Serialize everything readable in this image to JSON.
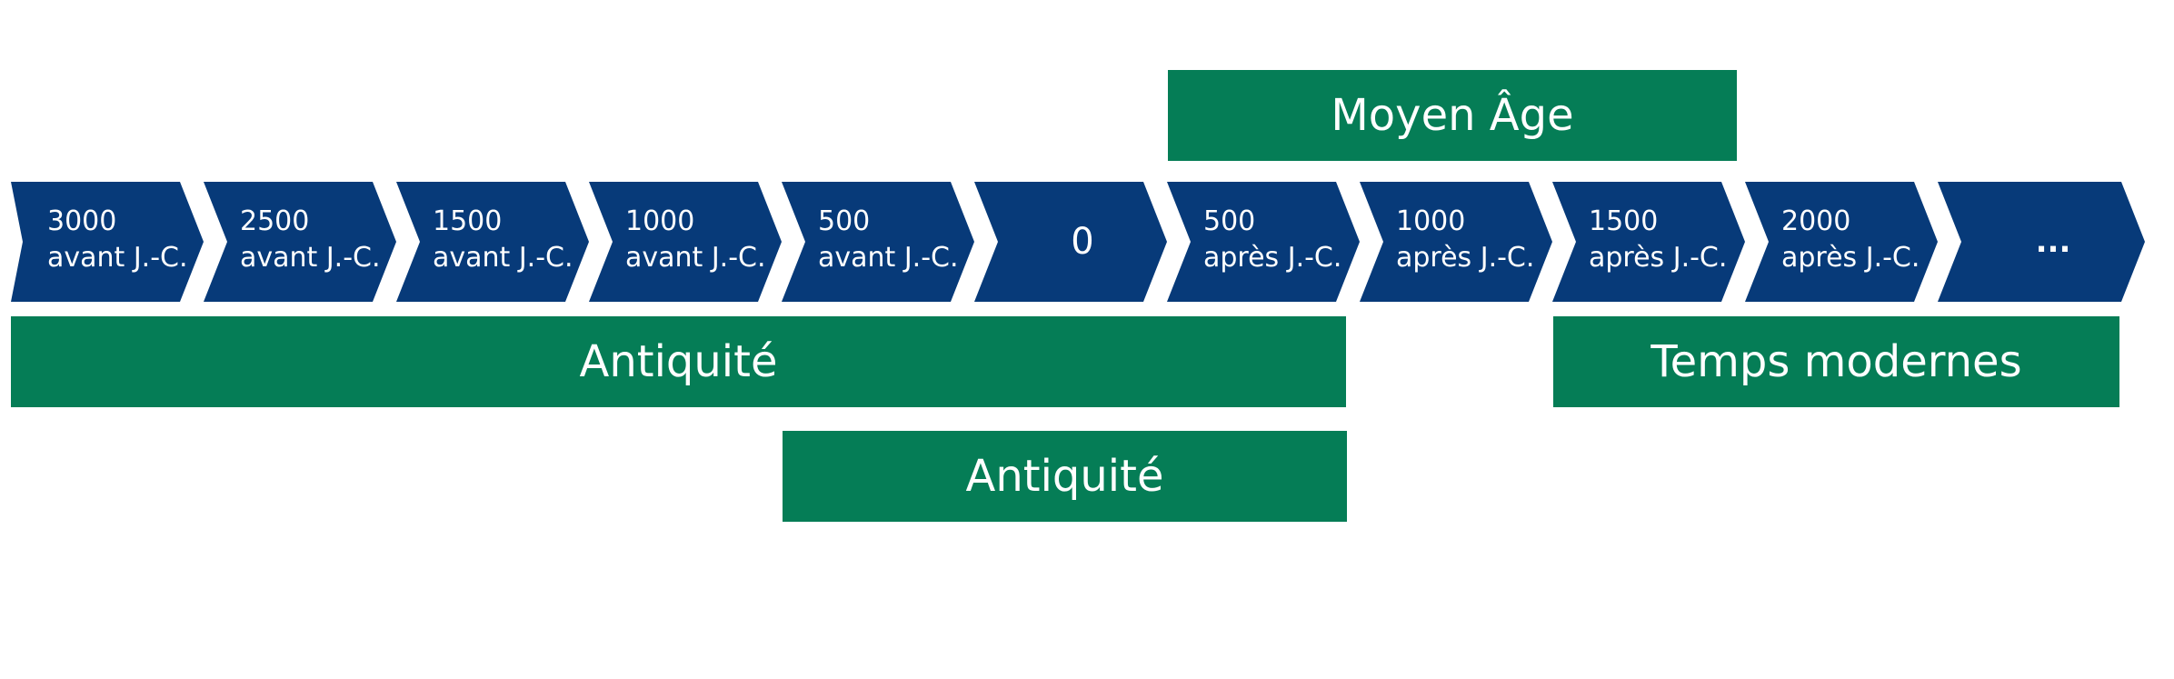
{
  "colors": {
    "chevron": "#073a79",
    "period": "#057d56",
    "text": "#ffffff"
  },
  "timeline": [
    {
      "year": "3000",
      "era": "avant J.-C."
    },
    {
      "year": "2500",
      "era": "avant J.-C."
    },
    {
      "year": "1500",
      "era": "avant J.-C."
    },
    {
      "year": "1000",
      "era": "avant J.-C."
    },
    {
      "year": "500",
      "era": "avant J.-C."
    },
    {
      "label": "0"
    },
    {
      "year": "500",
      "era": "après J.-C."
    },
    {
      "year": "1000",
      "era": "après J.-C."
    },
    {
      "year": "1500",
      "era": "après J.-C."
    },
    {
      "year": "2000",
      "era": "après J.-C."
    },
    {
      "label": "..."
    }
  ],
  "periods": {
    "moyen_age": "Moyen Âge",
    "antiquite_main": "Antiquité",
    "temps_modernes": "Temps modernes",
    "antiquite_secondary": "Antiquité"
  }
}
